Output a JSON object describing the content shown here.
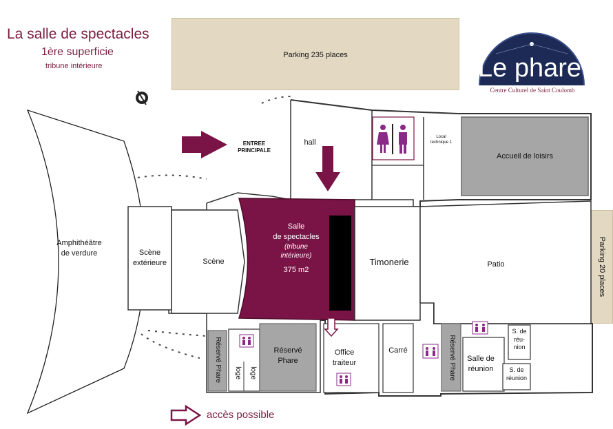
{
  "title": "La salle de spectacles",
  "subtitle": "1ère superficie",
  "subtitle2": "tribune intérieure",
  "logo": {
    "text_a": "Le ",
    "text_b": "phare",
    "tagline": "Centre Culturel de Saint Coulomb"
  },
  "parking_main": "Parking 235 places",
  "parking_side": "Parking  20 places",
  "amphi": {
    "line1": "Amphithéâtre",
    "line2": "de verdure"
  },
  "scene_ext": {
    "line1": "Scène",
    "line2": "extérieure"
  },
  "scene": "Scène",
  "salle": {
    "line1": "Salle",
    "line2": "de spectacles",
    "line3": "(tribune",
    "line4": "intérieure)",
    "area": "375 m2"
  },
  "timonerie": "Timonerie",
  "patio": "Patio",
  "hall": "hall",
  "entree": {
    "line1": "ENTREE",
    "line2": "PRINCIPALE"
  },
  "local": {
    "line1": "Local",
    "line2": "technique 1"
  },
  "accueil": "Accueil de loisirs",
  "reserve_phare_left": "Réservé Phare",
  "reserve_phare_center": {
    "line1": "Réservé",
    "line2": "Phare"
  },
  "loge": "loge",
  "office": {
    "line1": "Office",
    "line2": "traiteur"
  },
  "carre": "Carré",
  "reserve_phare_right": "Réservé Phare",
  "salle_reunion": {
    "line1": "Salle de",
    "line2": "réunion"
  },
  "s_reunion_1": {
    "line1": "S. de",
    "line2": "réu-",
    "line3": "nion"
  },
  "s_reunion_2": {
    "line1": "S. de",
    "line2": "réunion"
  },
  "legend": "accès possible",
  "colors": {
    "accent": "#7a1f3d",
    "salle_fill": "#7a1446",
    "gray_room": "#a6a6a6",
    "parking": "#e3d9c3",
    "logo_blue": "#1c2a55"
  },
  "icons": [
    "wc-icon",
    "arrow-right-icon",
    "arrow-down-icon",
    "compass-icon",
    "door-icon"
  ]
}
